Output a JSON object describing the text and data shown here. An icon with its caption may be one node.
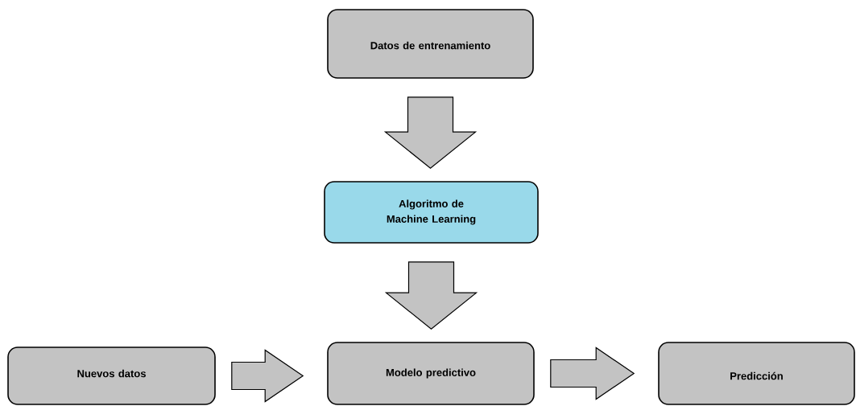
{
  "diagram": {
    "nodes": [
      {
        "text": [
          "Datos de entrenamiento"
        ]
      },
      {
        "text": [
          "Algoritmo de Machine Learning"
        ]
      },
      {
        "text": [
          "Nuevos datos"
        ]
      },
      {
        "text": [
          "Modelo predictivo"
        ]
      },
      {
        "text": [
          "Predicción"
        ]
      }
    ],
    "edges": [
      {
        "from": 0,
        "to": 1,
        "arrow": "to"
      },
      {
        "from": 1,
        "to": 3,
        "arrow": "to"
      },
      {
        "from": 2,
        "to": 3,
        "arrow": "to"
      },
      {
        "from": 3,
        "to": 4,
        "arrow": "to"
      }
    ]
  }
}
